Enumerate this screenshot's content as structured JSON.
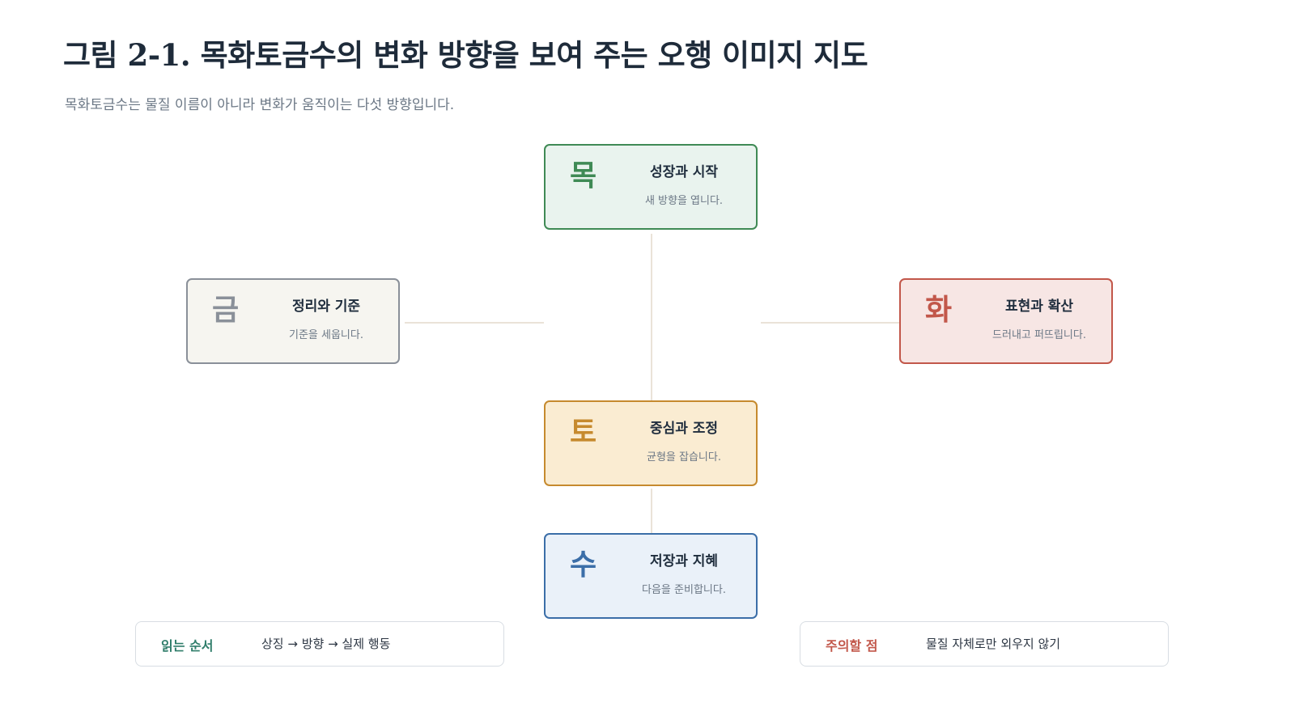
{
  "title": "그림 2-1. 목화토금수의 변화 방향을 보여 주는 오행 이미지 지도",
  "subtitle": "목화토금수는 물질 이름이 아니라 변화가 움직이는 다섯 방향입니다.",
  "nodes": {
    "wood": {
      "glyph": "목",
      "head": "성장과 시작",
      "desc": "새 방향을 엽니다.",
      "color": "#3f8a55",
      "bg": "#e9f3ee"
    },
    "fire": {
      "glyph": "화",
      "head": "표현과 확산",
      "desc": "드러내고 퍼뜨립니다.",
      "color": "#c2574a",
      "bg": "#f7e6e4"
    },
    "earth": {
      "glyph": "토",
      "head": "중심과 조정",
      "desc": "균형을 잡습니다.",
      "color": "#c68a2e",
      "bg": "#faecd2"
    },
    "metal": {
      "glyph": "금",
      "head": "정리와 기준",
      "desc": "기준을 세웁니다.",
      "color": "#8a9099",
      "bg": "#f6f5f0"
    },
    "water": {
      "glyph": "수",
      "head": "저장과 지혜",
      "desc": "다음을 준비합니다.",
      "color": "#3b6ea8",
      "bg": "#eaf1f9"
    }
  },
  "notes": {
    "reading": {
      "label": "읽는 순서",
      "text": "상징 → 방향 → 실제 행동",
      "color": "#2f7d6a"
    },
    "caution": {
      "label": "주의할 점",
      "text": "물질 자체로만 외우지 않기",
      "color": "#c2574a"
    }
  },
  "connector_color": "#eae3d8"
}
